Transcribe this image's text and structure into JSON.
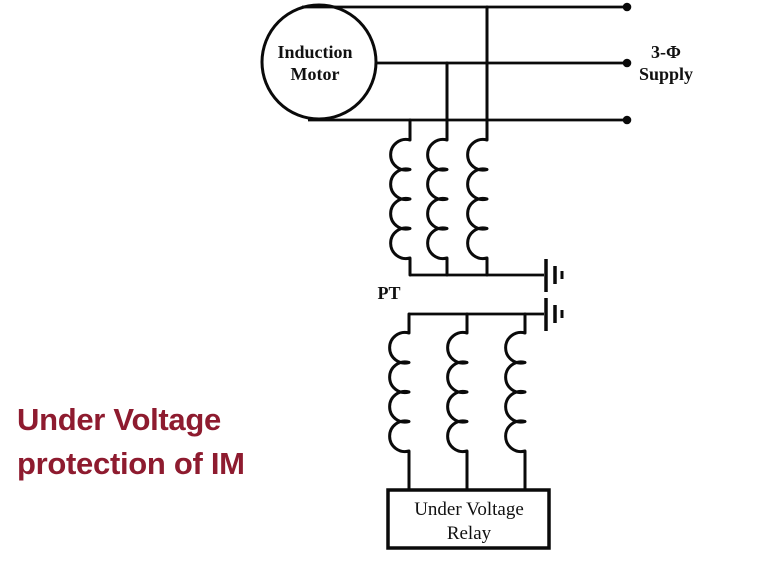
{
  "title": {
    "line1": "Under Voltage",
    "line2": "protection of IM",
    "color": "#8E1B2F"
  },
  "diagram": {
    "motor_label": {
      "line1": "Induction",
      "line2": "Motor"
    },
    "supply_label": {
      "line1": "3-Φ",
      "line2": "Supply"
    },
    "pt_label": "PT",
    "relay_label": {
      "line1": "Under Voltage",
      "line2": "Relay"
    },
    "wire_color": "#0a0a0a",
    "background": "#ffffff"
  }
}
